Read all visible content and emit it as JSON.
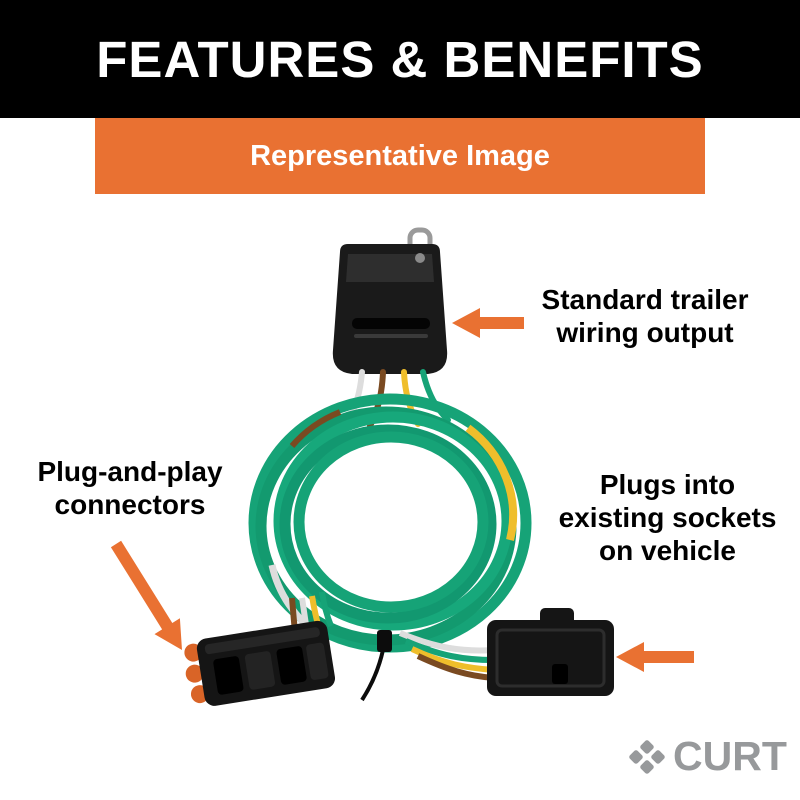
{
  "header": {
    "title": "FEATURES & BENEFITS"
  },
  "banner": {
    "label": "Representative Image"
  },
  "callouts": {
    "output": {
      "line1": "Standard trailer",
      "line2": "wiring output"
    },
    "plug_and_play": {
      "line1": "Plug-and-play",
      "line2": "connectors"
    },
    "sockets": {
      "line1": "Plugs into",
      "line2": "existing sockets",
      "line3": "on vehicle"
    }
  },
  "logo": {
    "brand": "CURT"
  },
  "colors": {
    "accent_orange": "#E97132",
    "header_bg": "#000000",
    "wire_green": "#16A377",
    "wire_yellow": "#EFBE2B",
    "wire_white": "#DDDDDD",
    "wire_brown": "#7A4A21",
    "connector_black": "#151515",
    "seal_orange": "#D96427",
    "logo_gray": "#97999B"
  }
}
